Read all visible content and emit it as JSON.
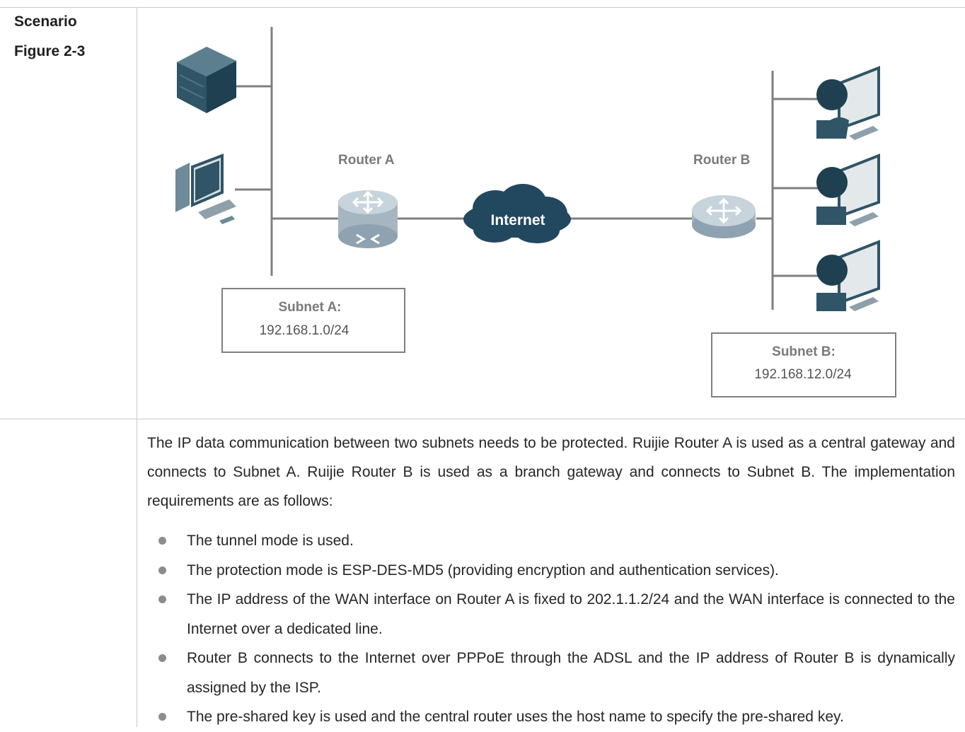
{
  "labels": {
    "scenario": "Scenario",
    "figure": "Figure 2-3"
  },
  "diagram": {
    "router_a": "Router A",
    "router_b": "Router B",
    "internet": "Internet",
    "subnet_a_title": "Subnet A:",
    "subnet_a_addr": "192.168.1.0/24",
    "subnet_b_title": "Subnet B:",
    "subnet_b_addr": "192.168.12.0/24",
    "colors": {
      "router": "#b9c9d3",
      "router_dark": "#8ea2b1",
      "cloud": "#22485f",
      "device": "#2f5566",
      "line": "#7f7f7f"
    }
  },
  "body": {
    "paragraph": "The IP data communication between two subnets needs to be protected. Ruijie Router A is used as a central gateway and connects to Subnet A. Ruijie Router B is used as a branch gateway and connects to Subnet B. The implementation requirements are as follows:",
    "bullets": [
      "The tunnel mode is used.",
      "The protection mode is ESP-DES-MD5 (providing encryption and authentication services).",
      "The IP address of the WAN interface on Router A is fixed to 202.1.1.2/24 and the WAN interface is connected to the Internet over a dedicated line.",
      "Router B connects to the Internet over PPPoE through the ADSL and the IP address of Router B is dynamically assigned by the ISP.",
      "The pre-shared key is used and the central router uses the host name to specify the pre-shared key."
    ]
  }
}
